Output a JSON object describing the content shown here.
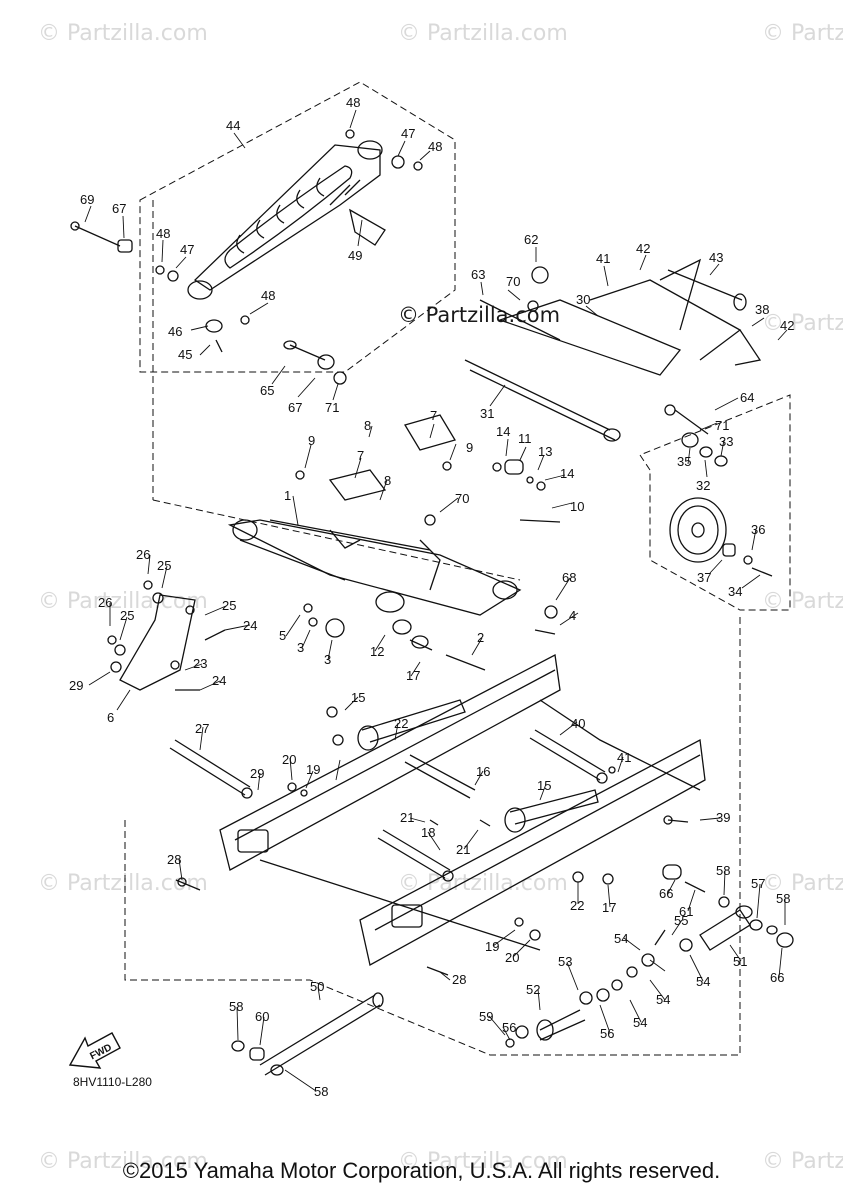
{
  "watermark": {
    "text": "© Partzilla.com",
    "center_text": "© Partzilla.com"
  },
  "diagram_code": "8HV1110-L280",
  "fwd_label": "FWD",
  "copyright": "©2015 Yamaha Motor Corporation, U.S.A. All rights reserved.",
  "callouts": [
    "44",
    "48",
    "47",
    "48",
    "69",
    "67",
    "48",
    "47",
    "49",
    "62",
    "41",
    "42",
    "43",
    "63",
    "70",
    "30",
    "38",
    "42",
    "46",
    "48",
    "45",
    "65",
    "67",
    "71",
    "31",
    "64",
    "71",
    "8",
    "7",
    "14",
    "11",
    "13",
    "14",
    "33",
    "35",
    "32",
    "9",
    "9",
    "7",
    "8",
    "70",
    "10",
    "36",
    "37",
    "34",
    "1",
    "26",
    "25",
    "26",
    "25",
    "24",
    "25",
    "29",
    "24",
    "23",
    "6",
    "5",
    "3",
    "3",
    "12",
    "68",
    "4",
    "2",
    "17",
    "15",
    "22",
    "40",
    "41",
    "27",
    "20",
    "19",
    "29",
    "16",
    "21",
    "39",
    "15",
    "28",
    "21",
    "18",
    "58",
    "66",
    "61",
    "57",
    "58",
    "22",
    "17",
    "55",
    "19",
    "20",
    "54",
    "51",
    "54",
    "66",
    "53",
    "28",
    "52",
    "54",
    "50",
    "56",
    "54",
    "58",
    "59",
    "60",
    "56",
    "58"
  ],
  "colors": {
    "line": "#111111",
    "watermark": "#d9d9d9"
  }
}
